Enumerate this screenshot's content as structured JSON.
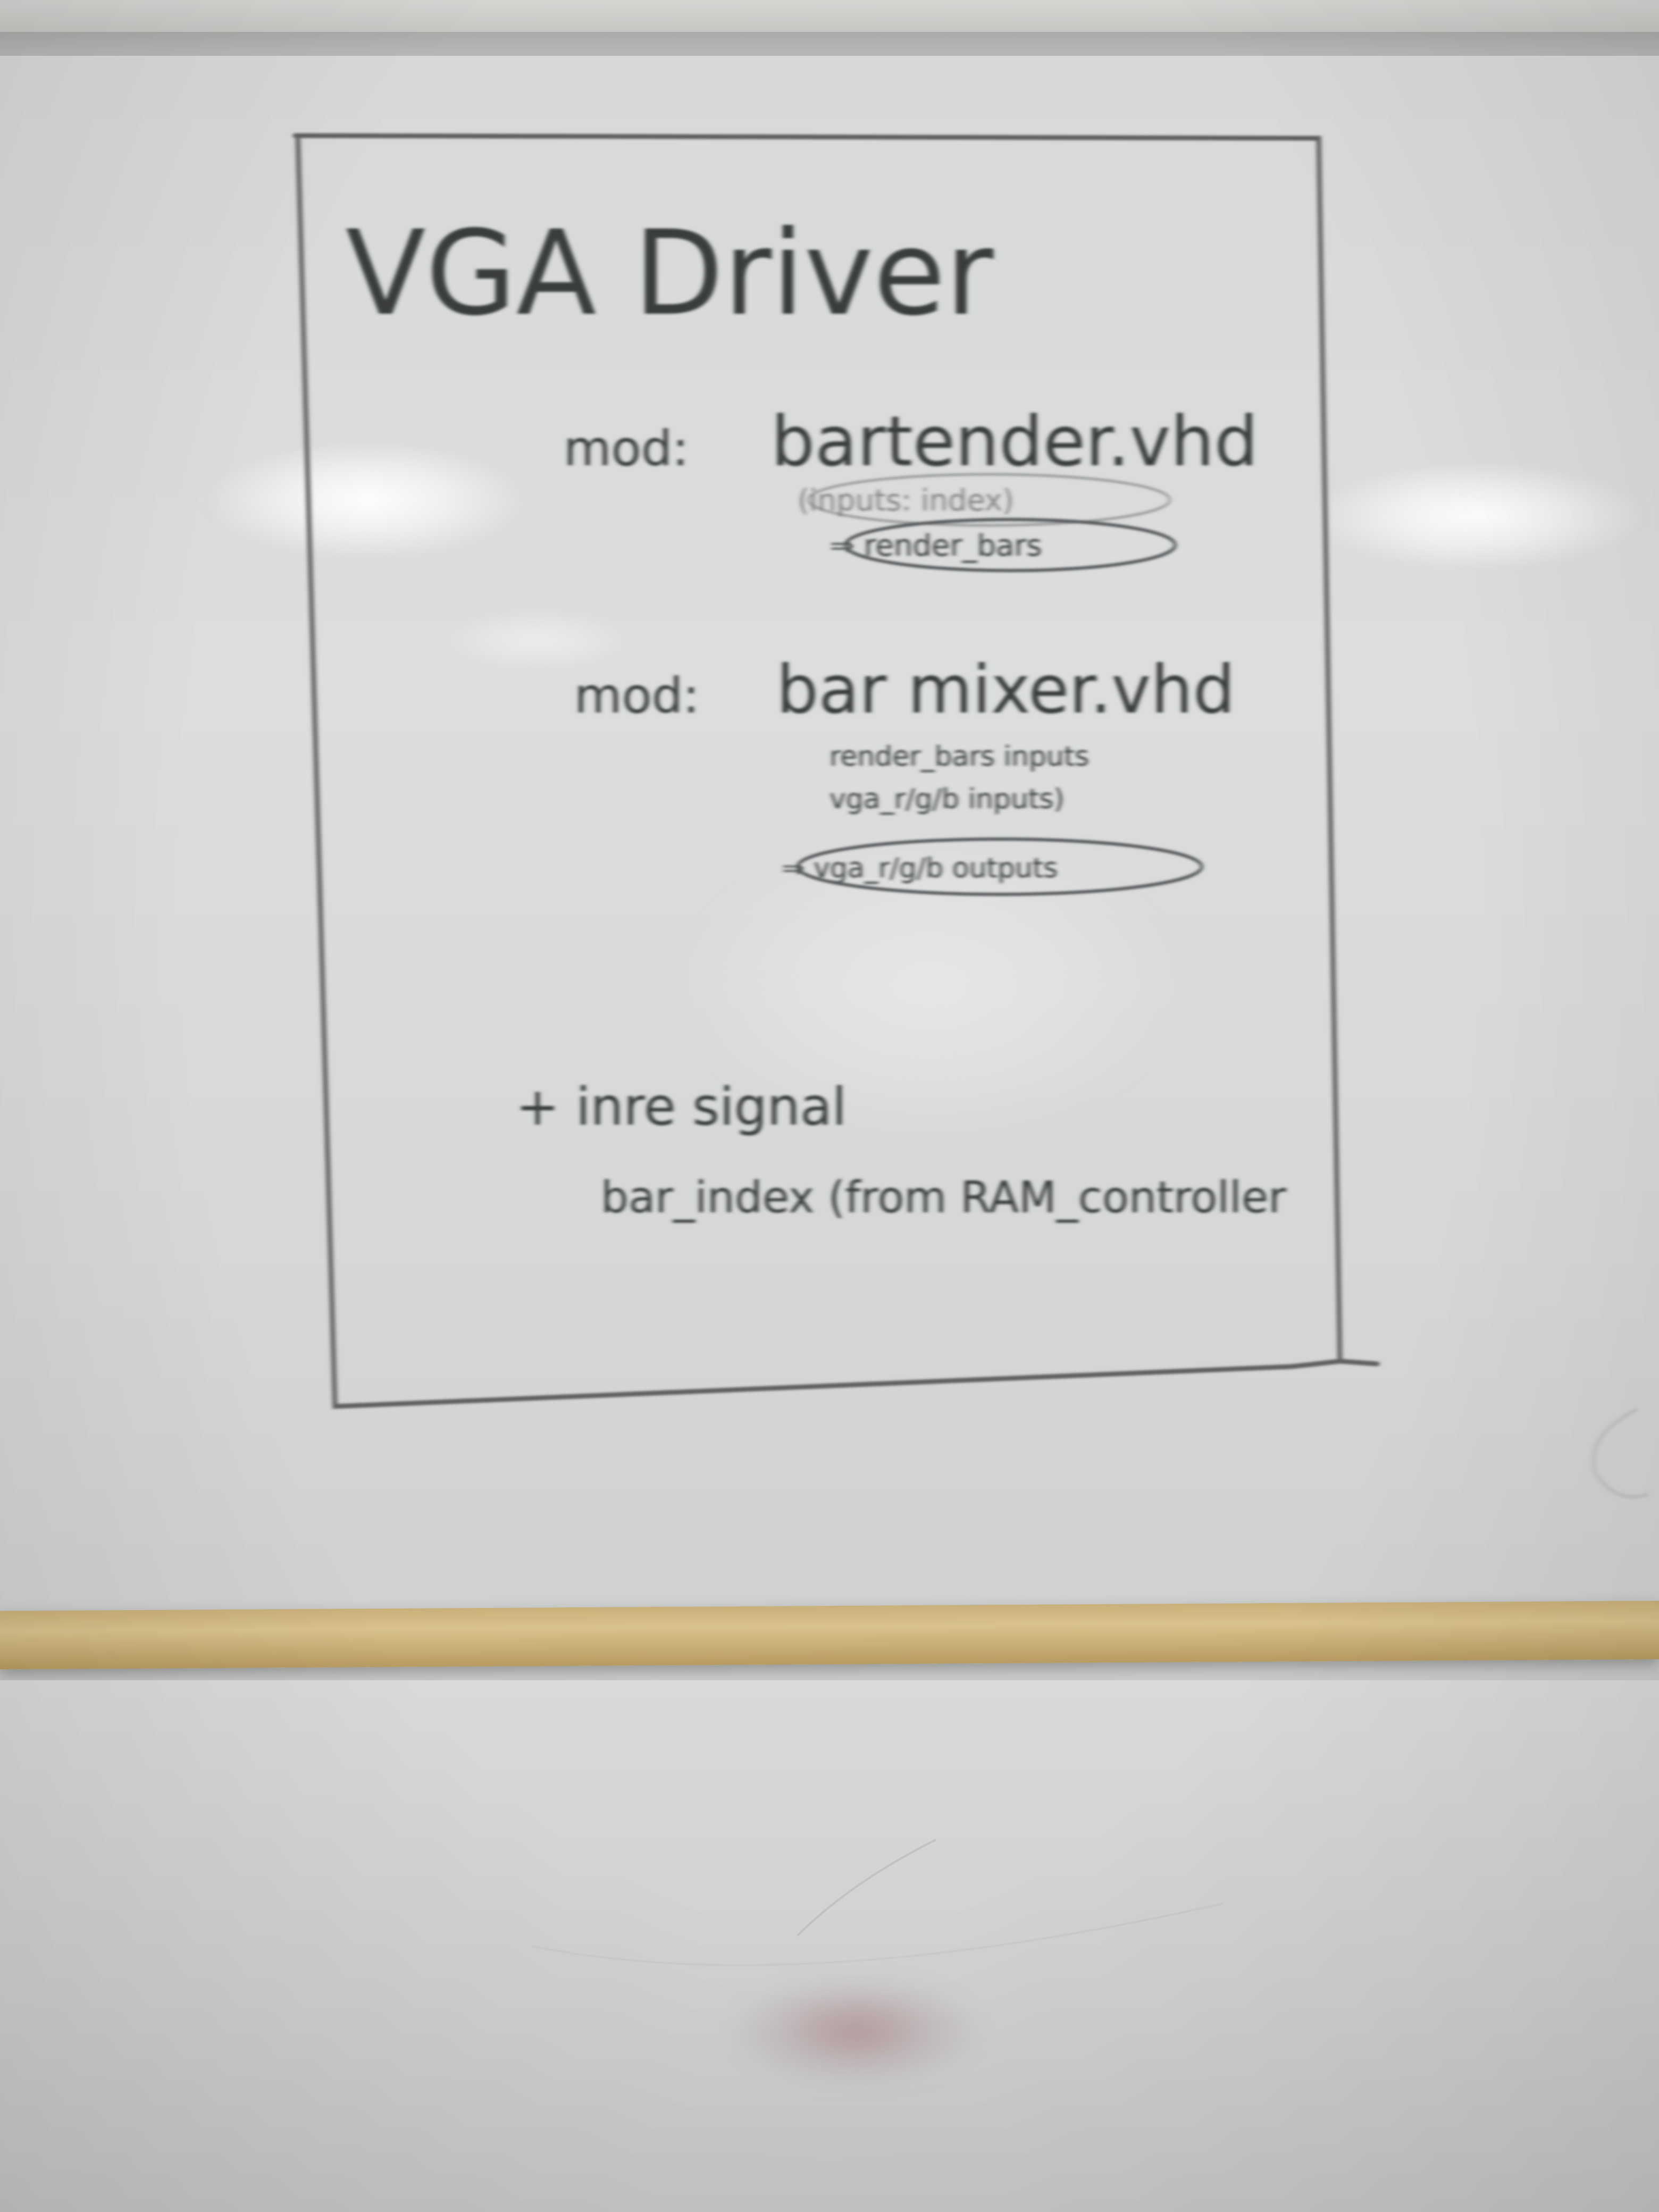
{
  "whiteboard": {
    "title": "VGA Driver",
    "items": [
      {
        "prefix": "mod:",
        "filename": "bartender.vhd",
        "notes": [
          "(inputs: index)",
          "⇒ render_bars"
        ]
      },
      {
        "prefix": "mod:",
        "filename": "bar mixer.vhd",
        "notes": [
          "render_bars inputs",
          "vga_r/g/b inputs)",
          "⇒ vga_r/g/b outputs"
        ]
      }
    ],
    "addendum": {
      "line1": "+ inre signal",
      "line2": "bar_index (from RAM_controller"
    }
  },
  "colors": {
    "marker": "#3a3c3c",
    "board": "#d9dbda",
    "tray": "#cdb47f",
    "smudge": "#9a5a64"
  }
}
